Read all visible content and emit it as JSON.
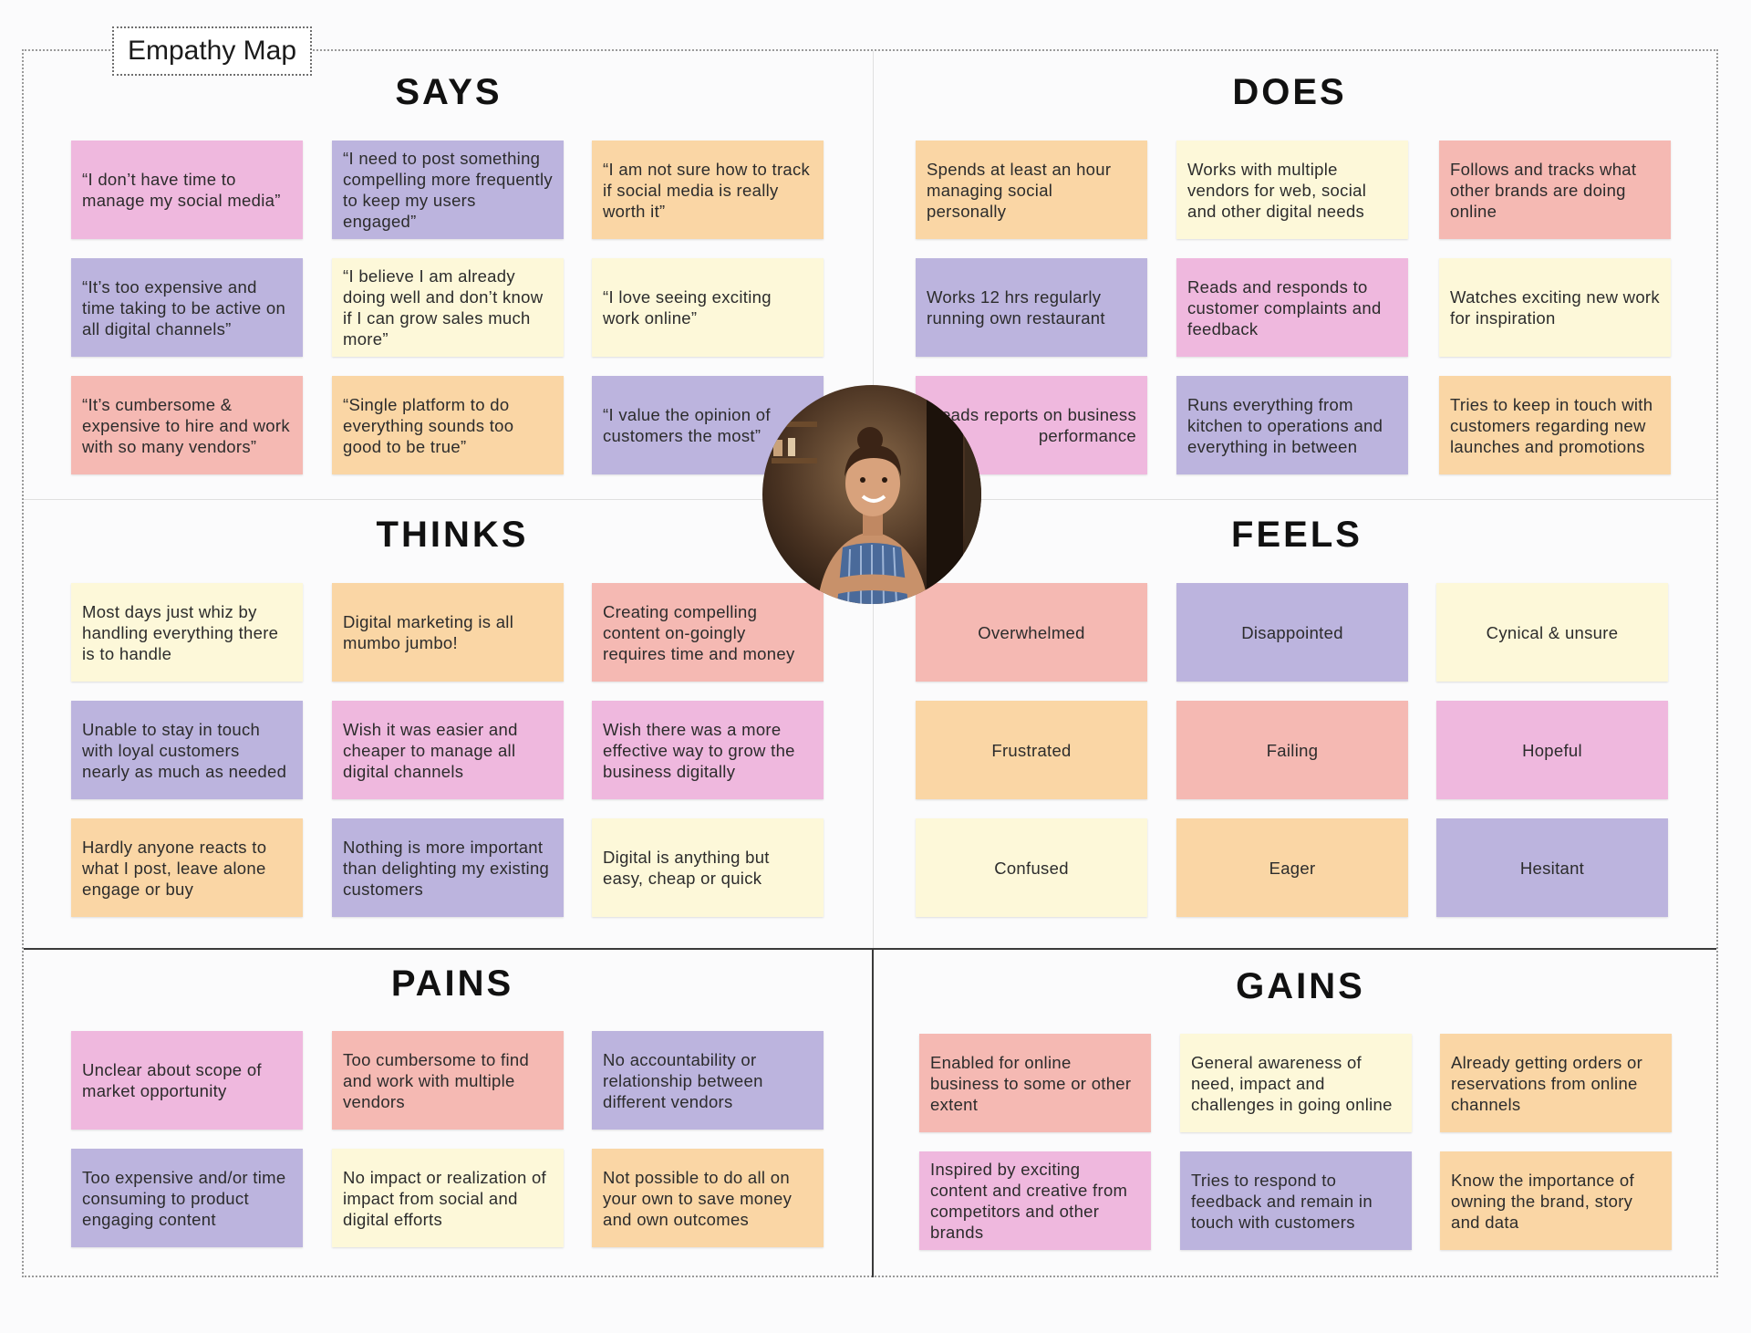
{
  "title": "Empathy Map",
  "quadrants": [
    {
      "heading": "SAYS",
      "notes": [
        {
          "text": "“I don’t have time to manage my social media”",
          "color": "#efb8de"
        },
        {
          "text": "“I need to post something compelling more frequently to keep my users engaged”",
          "color": "#bcb4de"
        },
        {
          "text": "“I am not sure how to track if social media is really worth it”",
          "color": "#fad6a5"
        },
        {
          "text": "“It’s too expensive and time taking to be active on all digital channels”",
          "color": "#bcb4de"
        },
        {
          "text": "“I believe I am already doing well and don’t know if I can grow sales much more”",
          "color": "#fdf8d9"
        },
        {
          "text": "“I love seeing exciting work online”",
          "color": "#fdf8d9"
        },
        {
          "text": "“It’s cumbersome & expensive to hire and work with so many vendors”",
          "color": "#f5b9b3"
        },
        {
          "text": "“Single platform to do everything sounds too good to be true”",
          "color": "#fad6a5"
        },
        {
          "text": "“I value the opinion of customers the most”",
          "color": "#bcb4de"
        }
      ]
    },
    {
      "heading": "DOES",
      "notes": [
        {
          "text": "Spends at least an hour managing social personally",
          "color": "#fad6a5"
        },
        {
          "text": "Works with multiple vendors for web, social and other digital needs",
          "color": "#fdf8d9"
        },
        {
          "text": "Follows and tracks what other brands are doing online",
          "color": "#f5b9b3"
        },
        {
          "text": "Works 12 hrs regularly running own restaurant",
          "color": "#bcb4de"
        },
        {
          "text": "Reads and responds to customer complaints and feedback",
          "color": "#efb8de"
        },
        {
          "text": "Watches exciting new work for inspiration",
          "color": "#fdf8d9"
        },
        {
          "text": "Reads reports on business performance",
          "color": "#efb8de"
        },
        {
          "text": "Runs everything from kitchen to operations and everything in between",
          "color": "#bcb4de"
        },
        {
          "text": "Tries to keep in touch with customers regarding new launches and promotions",
          "color": "#fad6a5"
        }
      ]
    },
    {
      "heading": "THINKS",
      "notes": [
        {
          "text": "Most days just whiz by handling everything there is to handle",
          "color": "#fdf8d9"
        },
        {
          "text": "Digital marketing is all mumbo jumbo!",
          "color": "#fad6a5"
        },
        {
          "text": "Creating compelling content on-goingly requires time and money",
          "color": "#f5b9b3"
        },
        {
          "text": "Unable to stay in touch with loyal customers nearly as much as needed",
          "color": "#bcb4de"
        },
        {
          "text": "Wish it was easier and cheaper to manage all digital channels",
          "color": "#efb8de"
        },
        {
          "text": "Wish there was a more effective way to grow the business digitally",
          "color": "#efb8de"
        },
        {
          "text": "Hardly anyone reacts to what I post, leave alone engage or buy",
          "color": "#fad6a5"
        },
        {
          "text": "Nothing is more important than delighting my existing customers",
          "color": "#bcb4de"
        },
        {
          "text": "Digital is anything but easy, cheap or quick",
          "color": "#fdf8d9"
        }
      ]
    },
    {
      "heading": "FEELS",
      "notes": [
        {
          "text": "Overwhelmed",
          "color": "#f5b9b3"
        },
        {
          "text": "Disappointed",
          "color": "#bcb4de"
        },
        {
          "text": "Cynical & unsure",
          "color": "#fdf8d9"
        },
        {
          "text": "Frustrated",
          "color": "#fad6a5"
        },
        {
          "text": "Failing",
          "color": "#f5b9b3"
        },
        {
          "text": "Hopeful",
          "color": "#efb8de"
        },
        {
          "text": "Confused",
          "color": "#fdf8d9"
        },
        {
          "text": "Eager",
          "color": "#fad6a5"
        },
        {
          "text": "Hesitant",
          "color": "#bcb4de"
        }
      ]
    },
    {
      "heading": "PAINS",
      "notes": [
        {
          "text": "Unclear about scope of market opportunity",
          "color": "#efb8de"
        },
        {
          "text": "Too cumbersome to find and work with multiple vendors",
          "color": "#f5b9b3"
        },
        {
          "text": "No accountability or relationship between different vendors",
          "color": "#bcb4de"
        },
        {
          "text": "Too expensive and/or time consuming to product engaging content",
          "color": "#bcb4de"
        },
        {
          "text": "No impact or realization of impact from social and digital efforts",
          "color": "#fdf8d9"
        },
        {
          "text": "Not possible to do all on your own to save money and own outcomes",
          "color": "#fad6a5"
        }
      ]
    },
    {
      "heading": "GAINS",
      "notes": [
        {
          "text": "Enabled for online business to some or other extent",
          "color": "#f5b9b3"
        },
        {
          "text": "General awareness of need, impact and challenges in going online",
          "color": "#fdf8d9"
        },
        {
          "text": "Already getting orders or reservations from online channels",
          "color": "#fad6a5"
        },
        {
          "text": "Inspired by exciting content and creative from competitors and other brands",
          "color": "#efb8de"
        },
        {
          "text": "Tries to respond to feedback and remain in touch with customers",
          "color": "#bcb4de"
        },
        {
          "text": "Know the importance of owning the brand, story and data",
          "color": "#fad6a5"
        }
      ]
    }
  ]
}
